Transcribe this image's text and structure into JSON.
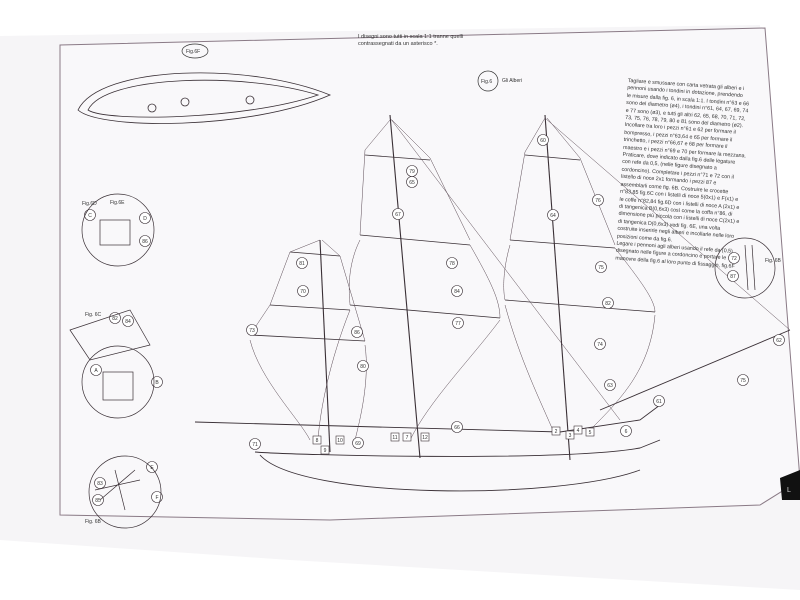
{
  "header_note": [
    "I disegni sono tutti in scala 1:1 tranne quelli",
    "contrassegnati da un asterisco *."
  ],
  "figure_title": {
    "fig": "Fig.6",
    "title": "Gli Alberi"
  },
  "fig_labels": {
    "fig6f": "Fig.6F",
    "fig6e": "Fig.6E",
    "fig6d": "Fig.6D",
    "fig6c": "Fig. 6C",
    "fig6b": "Fig. 6B"
  },
  "instructions": [
    "Tagliare e smussare con carta vetrata gli alberi e i",
    "pennoni usando i tondini in dotazione, prendendo",
    "le misure dalla fig. 6, in scala 1:1. I tondini n°63 e 66",
    "sono del diametro (ø4), i tondini n°61, 64, 67, 69, 74",
    "e 77 sono (ø3), e tutti gli altri 62, 65, 68, 70, 71, 72,",
    "73, 75, 76, 78, 79, 80 e 81 sono del diametro (ø2).",
    "Incollare tra loro i pezzi n°61 e 62 per formare il",
    "bompresso, i pezzi n°63,64 e 65 per formare il",
    "trinchetto, i pezzi n°66,67 e 68 per formare il",
    "maestro e i pezzi n°69 e 70 per formare la mezzana.",
    "Praticare, dove indicato dalla fig.6 delle legature",
    "con refe da 0,5, (nelle figure disegnato a",
    "cordoncino). Completare i pezzi n°71 e 72 con il",
    "listello di noce 2x1 formando i pezzi 87 e",
    "assemblarli come fig. 6B. Costruire le crocette",
    "n°83,85 fig.6C con i listelli di noce 5(0x1) e F(x1) e",
    "le coffe n°82,84 fig.6D con i listelli di noce A (2x1) e",
    "di tangenica B(0,6x3) così come la coffa n°86, di",
    "dimensione più piccola con i listelli di noce C(2x1) e",
    "di tangenica D(0,6x3) vedi fig. 6E, una volta",
    "costruite inserirle negli alberi e incollarle nelle loro",
    "posizioni come da fig.6.",
    "Legare i pennoni agli alberi usando il refe da (0,5)",
    "disegnato nelle figure a cordoncino e portare le",
    "manovre della fig.6 al loro punto di fissaggio, fig.6F"
  ],
  "callouts": {
    "fore": [
      "81",
      "70",
      "73",
      "86",
      "80",
      "71",
      "69"
    ],
    "main": [
      "79",
      "65",
      "67",
      "78",
      "84",
      "77",
      "66"
    ],
    "mizzen": [
      "60",
      "64",
      "76",
      "75",
      "82",
      "74",
      "63"
    ],
    "bow": [
      "62",
      "75",
      "61",
      "6"
    ],
    "detail": [
      "72",
      "87"
    ],
    "pins": [
      "8",
      "9",
      "10",
      "11",
      "7",
      "12",
      "2",
      "3",
      "4",
      "5"
    ],
    "fig6d": [
      "C",
      "D",
      "86"
    ],
    "fig6c": [
      "82",
      "84",
      "A",
      "B"
    ],
    "fig6b": [
      "E",
      "F",
      "83",
      "85"
    ]
  },
  "fig68": "Fig. 6B",
  "corner_tab": "L",
  "colors": {
    "paper": "#f7f6f8",
    "line": "#3a3036",
    "frame": "#6a5a66"
  }
}
